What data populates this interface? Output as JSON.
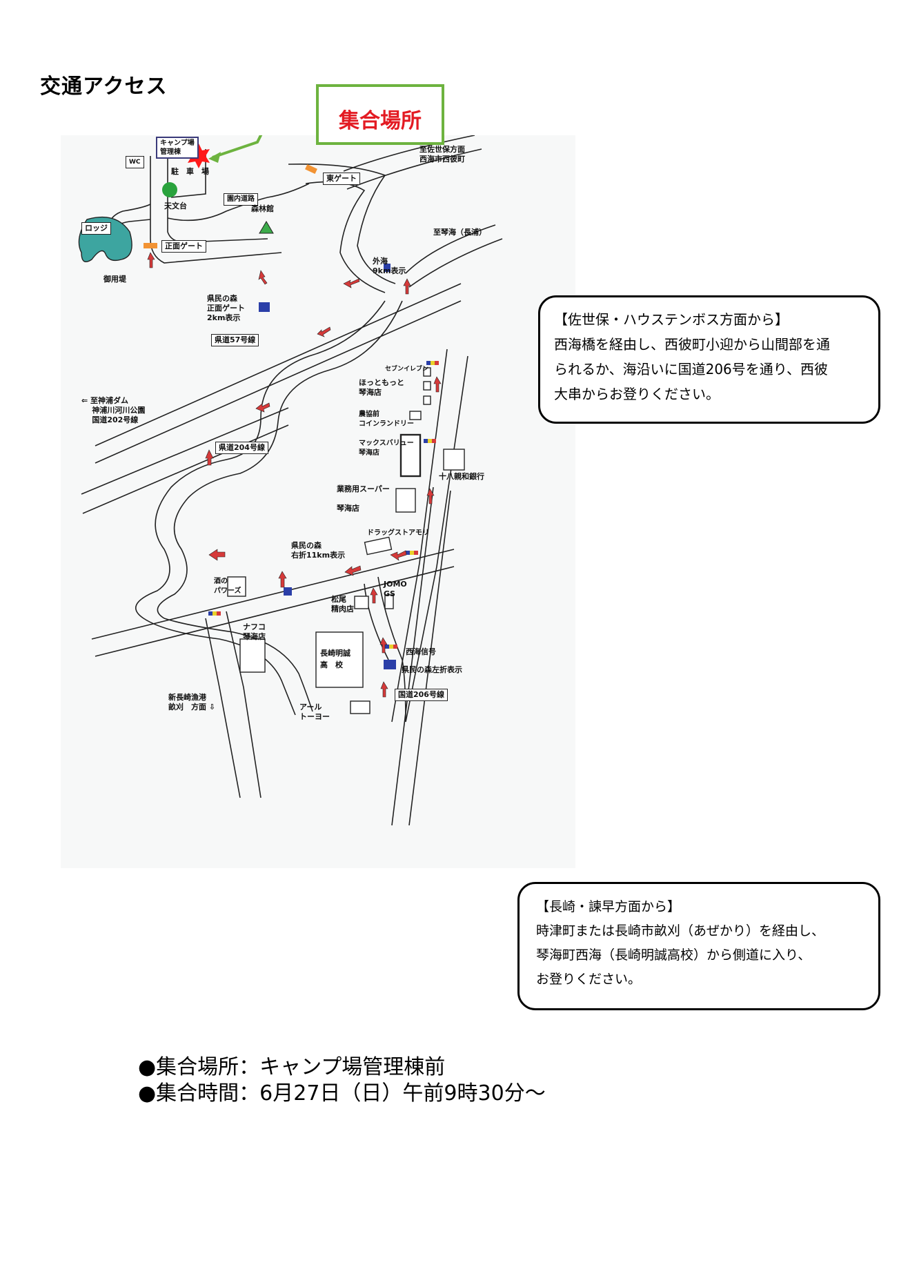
{
  "page": {
    "title": "交通アクセス",
    "callout": "集合場所",
    "box1": {
      "heading": "【佐世保・ハウステンボス方面から】",
      "lines": [
        "西海橋を経由し、西彼町小迎から山間部を通",
        "られるか、海沿いに国道206号を通り、西彼",
        "大串からお登りください。"
      ]
    },
    "box2": {
      "heading": "【長崎・諫早方面から】",
      "lines": [
        "時津町または長崎市畝刈（あぜかり）を経由し、",
        "琴海町西海（長崎明誠高校）から側道に入り、",
        "お登りください。"
      ]
    },
    "bullets": [
      "●集合場所：キャンプ場管理棟前",
      "●集合時間：6月27日（日）午前9時30分～"
    ]
  },
  "map": {
    "labels": {
      "camp": "キャンプ場",
      "camp2": "管理棟",
      "wc": "WC",
      "parking": "駐　車　場",
      "observatory": "天文台",
      "park_road": "園内道路",
      "forest_hall": "森林館",
      "lodge": "ロッジ",
      "main_gate": "正面ゲート",
      "pond": "御用堤",
      "east_gate": "東ゲート",
      "to_sasebo": "至佐世保方面",
      "saikai": "西海市西彼町",
      "to_kotomi": "至琴海（長浦）",
      "sotome": "外海",
      "sotome_sign": "9km表示",
      "kenmin_gate": "県民の森",
      "kenmin_gate2": "正面ゲート",
      "kenmin_gate3": "2km表示",
      "road57": "県道57号線",
      "to_dam": "至神浦ダム",
      "kouno_park": "神浦川河川公園",
      "road202": "国道202号線",
      "seven": "セブンイレブン",
      "hotto": "ほっともっと",
      "hotto2": "琴海店",
      "ja": "農協前",
      "laundry": "コインランドリー",
      "maxvalu": "マックスバリュー",
      "maxvalu2": "琴海店",
      "road204": "県道204号線",
      "bank": "十八親和銀行",
      "gyomu": "業務用スーパー",
      "gyomu2": "琴海店",
      "drugstore": "ドラッグストアモリ",
      "kenmin_right": "県民の森",
      "kenmin_right2": "右折11km表示",
      "sake": "酒の",
      "sake2": "パワーズ",
      "jomo": "JOMO",
      "gs": "GS",
      "matsuo": "松尾",
      "matsuo2": "精肉店",
      "nafco": "ナフコ",
      "nafco2": "琴海店",
      "school": "長崎明誠",
      "school2": "高　校",
      "saikai_signal": "西海信号",
      "kenmin_left": "県民の森左折表示",
      "shin_nagasaki": "新長崎漁港",
      "azekari": "畝刈　方面",
      "r206": "国道206号線",
      "arutoyo": "アール",
      "arutoyo2": "トーヨー"
    },
    "colors": {
      "pond": "#3da5a0",
      "star": "#ff1a1a",
      "green_circle": "#2aa33d",
      "sign": "#2b3fa8",
      "arrow": "#d63a3a",
      "gate": "#f29333",
      "callout_border": "#6db33f",
      "callout_text": "#e31b23"
    }
  }
}
